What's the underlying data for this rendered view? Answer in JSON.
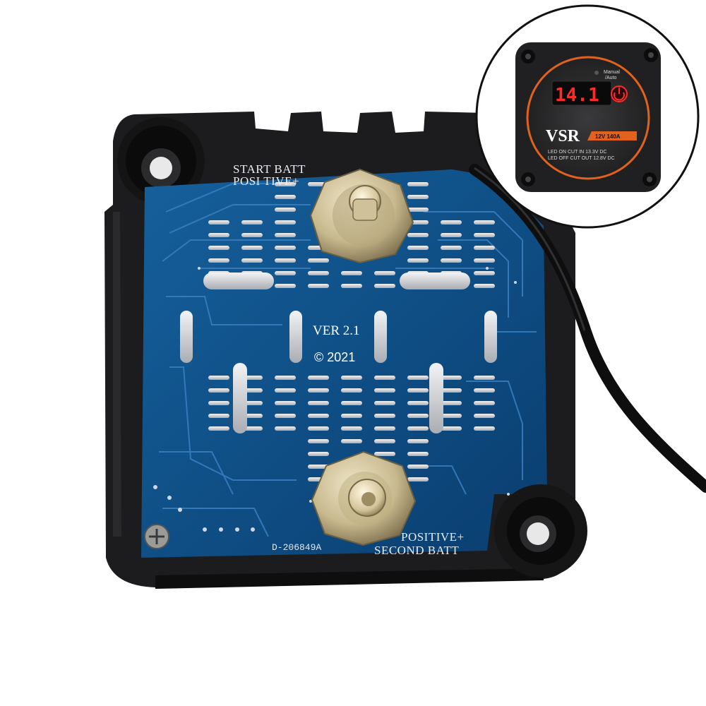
{
  "pcb": {
    "start_batt_line1": "START BATT",
    "start_batt_line2": "POSI TIVE+",
    "version": "VER 2.1",
    "copyright": "© 2021",
    "part_number": "D-206849A",
    "second_batt_line1": "POSITIVE+",
    "second_batt_line2": "SECOND BATT"
  },
  "inset": {
    "display_value": "14.1",
    "mode_label_1": "Manual",
    "mode_label_2": "/Auto",
    "brand": "VSR",
    "rating": "12V 140A",
    "spec_line_1": "LED ON CUT IN 13.3V DC",
    "spec_line_2": "LED OFF CUT OUT 12.8V DC"
  },
  "colors": {
    "housing": "#1c1c1e",
    "pcb_blue": "#0f4f86",
    "trace_blue": "#3a7fc0",
    "solder_silver": "#d7d8da",
    "brass": "#c8b98e",
    "display_red": "#ff2a2a",
    "bezel_orange": "#e0621e"
  }
}
